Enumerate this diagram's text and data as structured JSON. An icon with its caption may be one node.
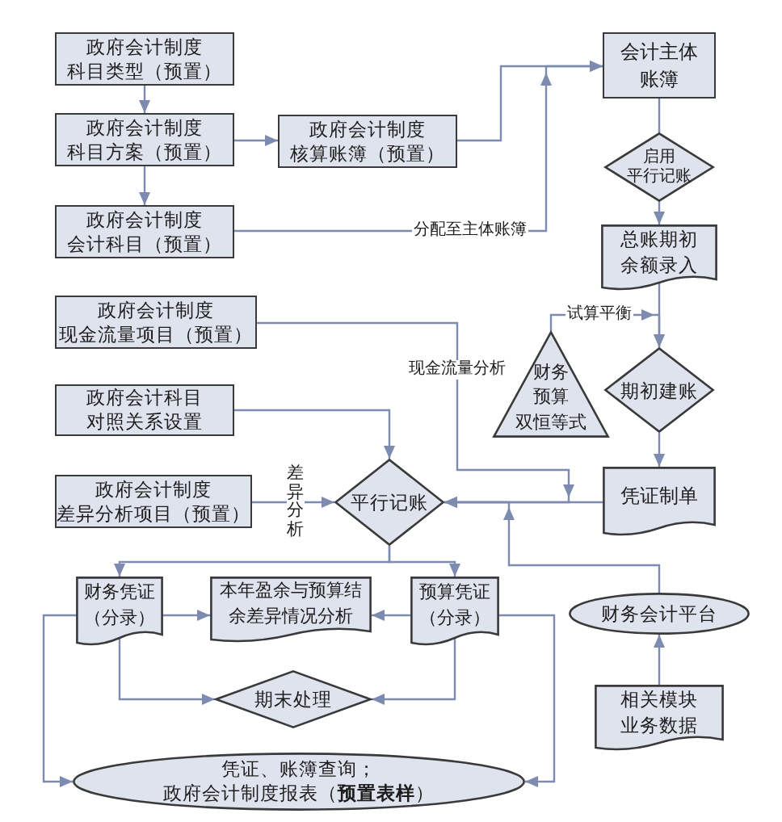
{
  "diagram": {
    "nodes": [
      {
        "text": [
          "政府会计制度科目类型（预置）"
        ]
      },
      {
        "text": [
          "政府会计制度科目方案（预置）"
        ]
      },
      {
        "text": [
          "政府会计制度核算账簿（预置）"
        ]
      },
      {
        "text": [
          "政府会计制度会计科目（预置）"
        ]
      },
      {
        "text": [
          "会计主体账簿"
        ]
      },
      {
        "text": [
          "启用平行记账"
        ]
      },
      {
        "text": [
          "总账期初余额录入"
        ]
      },
      {
        "text": [
          "政府会计制度现金流量项目（预置）"
        ]
      },
      {
        "text": [
          "财务预算双恒等式"
        ]
      },
      {
        "text": [
          "期初建账"
        ]
      },
      {
        "text": [
          "政府会计科目对照关系设置"
        ]
      },
      {
        "text": [
          "政府会计制度差异分析项目（预置）"
        ]
      },
      {
        "text": [
          "平行记账"
        ]
      },
      {
        "text": [
          "凭证制单"
        ]
      },
      {
        "text": [
          "财务凭证（分录）"
        ]
      },
      {
        "text": [
          "本年盈余与预算结余差异情况分析"
        ]
      },
      {
        "text": [
          "预算凭证（分录）"
        ]
      },
      {
        "text": [
          "财务会计平台"
        ]
      },
      {
        "text": [
          "期末处理"
        ]
      },
      {
        "text": [
          "相关模块业务数据"
        ]
      },
      {
        "text": [
          "凭证、账簿查询；",
          "政府会计制度报表（**预置表样**）"
        ]
      }
    ],
    "edges": [
      {
        "from": 0,
        "to": 1,
        "arrow": "to"
      },
      {
        "from": 1,
        "to": 2,
        "arrow": "to"
      },
      {
        "from": 1,
        "to": 3,
        "arrow": "to"
      },
      {
        "from": 2,
        "to": 4,
        "arrow": "to"
      },
      {
        "from": 3,
        "to": 4,
        "arrow": "to",
        "label": "分配至主体账簿"
      },
      {
        "from": 4,
        "to": 5,
        "arrow": "none"
      },
      {
        "from": 5,
        "to": 6,
        "arrow": "to"
      },
      {
        "from": 6,
        "to": 9,
        "arrow": "to"
      },
      {
        "from": 8,
        "to": 9,
        "arrow": "to",
        "label": "试算平衡"
      },
      {
        "from": 9,
        "to": 13,
        "arrow": "to"
      },
      {
        "from": 7,
        "to": 12,
        "arrow": "to",
        "label": "现金流量分析"
      },
      {
        "from": 13,
        "to": 12,
        "arrow": "to"
      },
      {
        "from": 17,
        "to": 12,
        "arrow": "to"
      },
      {
        "from": 10,
        "to": 12,
        "arrow": "to"
      },
      {
        "from": 11,
        "to": 12,
        "arrow": "to",
        "label": "差异分析"
      },
      {
        "from": 12,
        "to": 14,
        "arrow": "to"
      },
      {
        "from": 12,
        "to": 16,
        "arrow": "to"
      },
      {
        "from": 14,
        "to": 15,
        "arrow": "to"
      },
      {
        "from": 16,
        "to": 15,
        "arrow": "to"
      },
      {
        "from": 14,
        "to": 20,
        "arrow": "to"
      },
      {
        "from": 16,
        "to": 20,
        "arrow": "to"
      },
      {
        "from": 14,
        "to": 18,
        "arrow": "to"
      },
      {
        "from": 16,
        "to": 18,
        "arrow": "to"
      },
      {
        "from": 19,
        "to": 17,
        "arrow": "to"
      }
    ]
  }
}
